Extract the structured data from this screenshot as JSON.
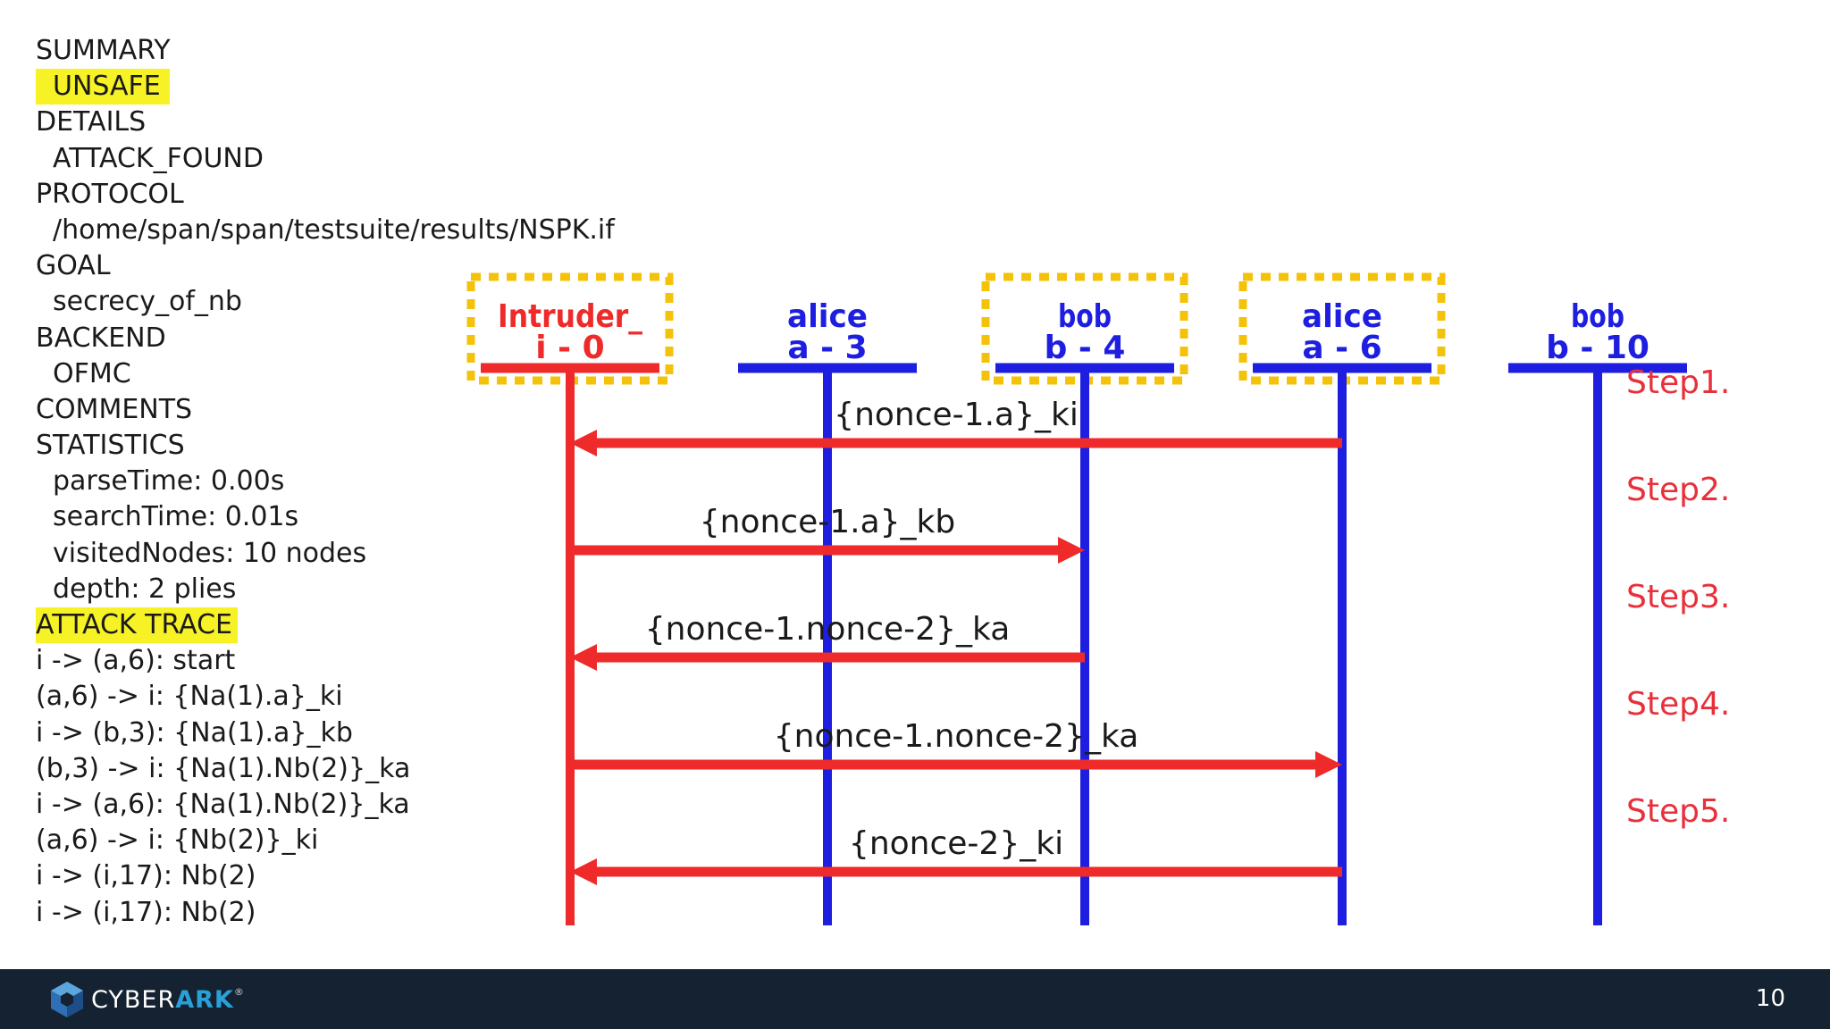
{
  "summary": {
    "lines": [
      {
        "text": "SUMMARY",
        "indent": false,
        "highlight": false
      },
      {
        "text": "UNSAFE",
        "indent": false,
        "highlight": true
      },
      {
        "text": "DETAILS",
        "indent": false,
        "highlight": false
      },
      {
        "text": "ATTACK_FOUND",
        "indent": true,
        "highlight": false
      },
      {
        "text": "PROTOCOL",
        "indent": false,
        "highlight": false
      },
      {
        "text": "/home/span/span/testsuite/results/NSPK.if",
        "indent": true,
        "highlight": false
      },
      {
        "text": "GOAL",
        "indent": false,
        "highlight": false
      },
      {
        "text": "secrecy_of_nb",
        "indent": true,
        "highlight": false
      },
      {
        "text": "BACKEND",
        "indent": false,
        "highlight": false
      },
      {
        "text": "OFMC",
        "indent": true,
        "highlight": false
      },
      {
        "text": "COMMENTS",
        "indent": false,
        "highlight": false
      },
      {
        "text": "STATISTICS",
        "indent": false,
        "highlight": false
      },
      {
        "text": "parseTime: 0.00s",
        "indent": true,
        "highlight": false
      },
      {
        "text": "searchTime: 0.01s",
        "indent": true,
        "highlight": false
      },
      {
        "text": "visitedNodes: 10 nodes",
        "indent": true,
        "highlight": false
      },
      {
        "text": "depth: 2 plies",
        "indent": true,
        "highlight": false
      },
      {
        "text": "ATTACK TRACE",
        "indent": false,
        "highlight": true
      },
      {
        "text": "i -> (a,6): start",
        "indent": false,
        "highlight": false
      },
      {
        "text": "(a,6) -> i: {Na(1).a}_ki",
        "indent": false,
        "highlight": false
      },
      {
        "text": "i -> (b,3): {Na(1).a}_kb",
        "indent": false,
        "highlight": false
      },
      {
        "text": "(b,3) -> i: {Na(1).Nb(2)}_ka",
        "indent": false,
        "highlight": false
      },
      {
        "text": "i -> (a,6): {Na(1).Nb(2)}_ka",
        "indent": false,
        "highlight": false
      },
      {
        "text": "(a,6) -> i: {Nb(2)}_ki",
        "indent": false,
        "highlight": false
      },
      {
        "text": "i -> (i,17): Nb(2)",
        "indent": false,
        "highlight": false
      },
      {
        "text": "i -> (i,17): Nb(2)",
        "indent": false,
        "highlight": false
      }
    ]
  },
  "diagram": {
    "actors": [
      {
        "name": "Intruder_",
        "instance": "i - 0",
        "color": "#ee2a2a",
        "highlighted": true
      },
      {
        "name": "alice",
        "instance": "a - 3",
        "color": "#1e1ee0",
        "highlighted": false
      },
      {
        "name": "bob",
        "instance": "b - 4",
        "color": "#1e1ee0",
        "highlighted": true
      },
      {
        "name": "alice",
        "instance": "a - 6",
        "color": "#1e1ee0",
        "highlighted": true
      },
      {
        "name": "bob",
        "instance": "b - 10",
        "color": "#1e1ee0",
        "highlighted": false
      }
    ],
    "messages": [
      {
        "label": "{nonce-1.a}_ki",
        "from": 3,
        "to": 0
      },
      {
        "label": "{nonce-1.a}_kb",
        "from": 0,
        "to": 2
      },
      {
        "label": "{nonce-1.nonce-2}_ka",
        "from": 2,
        "to": 0
      },
      {
        "label": "{nonce-1.nonce-2}_ka",
        "from": 0,
        "to": 3
      },
      {
        "label": "{nonce-2}_ki",
        "from": 3,
        "to": 0
      }
    ],
    "steps": [
      "Step1.",
      "Step2.",
      "Step3.",
      "Step4.",
      "Step5."
    ],
    "colors": {
      "intruder": "#ee2a2a",
      "honest": "#1e1ee0",
      "arrow": "#ee2a2a",
      "highlight_box": "#f5c20a",
      "step": "#e8303b"
    }
  },
  "footer": {
    "brand_main": "CYBER",
    "brand_accent": "ARK",
    "trademark": "®",
    "page_number": "10",
    "logo_icon": "cyberark-hexagon-icon"
  }
}
